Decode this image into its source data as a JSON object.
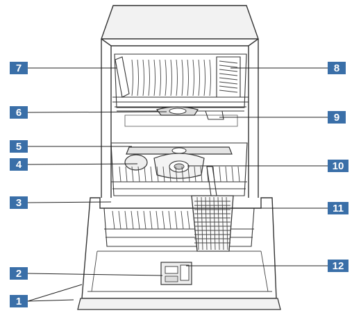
{
  "diagram": {
    "badge_color": "#3a6fa8",
    "callouts": [
      {
        "id": "1",
        "label": "1"
      },
      {
        "id": "2",
        "label": "2"
      },
      {
        "id": "3",
        "label": "3"
      },
      {
        "id": "4",
        "label": "4"
      },
      {
        "id": "5",
        "label": "5"
      },
      {
        "id": "6",
        "label": "6"
      },
      {
        "id": "7",
        "label": "7"
      },
      {
        "id": "8",
        "label": "8"
      },
      {
        "id": "9",
        "label": "9"
      },
      {
        "id": "10",
        "label": "10"
      },
      {
        "id": "11",
        "label": "11"
      },
      {
        "id": "12",
        "label": "12"
      }
    ]
  }
}
